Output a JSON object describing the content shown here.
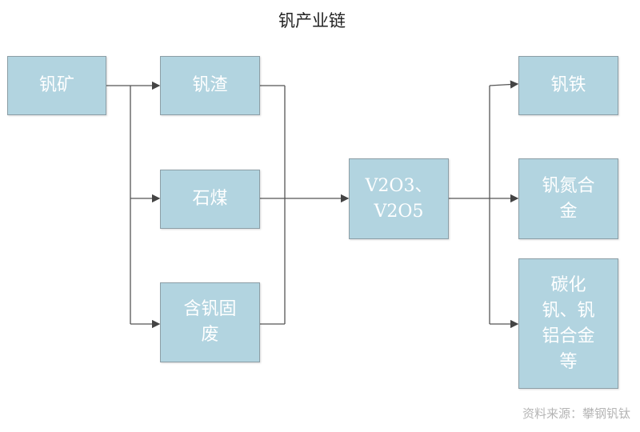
{
  "title": "钒产业链",
  "nodes": {
    "vanadium_ore": "钒矿",
    "vanadium_slag": "钒渣",
    "stone_coal": "石煤",
    "vanadium_solid_waste": "含钒固废",
    "vanadium_oxides": "V2O3、V2O5",
    "ferrovanadium": "钒铁",
    "vanadium_nitrogen_alloy": "钒氮合金",
    "vanadium_carbide_etc": "碳化钒、钒铝合金等"
  },
  "source": "资料来源：攀钢钒钛",
  "colors": {
    "box_fill": "#b2d4e0",
    "box_border": "#8c9ea6",
    "line": "#555555"
  }
}
